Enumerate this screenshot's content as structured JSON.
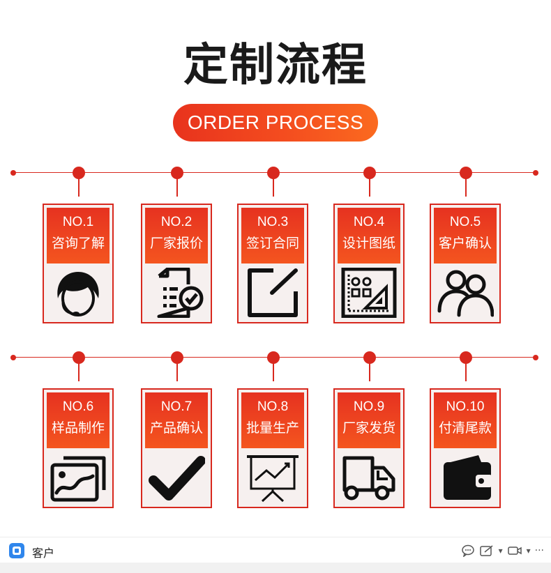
{
  "title": "定制流程",
  "subtitle": "ORDER PROCESS",
  "steps": [
    {
      "num": "NO.1",
      "label": "咨询了解",
      "icon": "headset-agent-icon"
    },
    {
      "num": "NO.2",
      "label": "厂家报价",
      "icon": "quote-document-icon"
    },
    {
      "num": "NO.3",
      "label": "签订合同",
      "icon": "sign-edit-icon"
    },
    {
      "num": "NO.4",
      "label": "设计图纸",
      "icon": "design-drawing-icon"
    },
    {
      "num": "NO.5",
      "label": "客户确认",
      "icon": "users-icon"
    },
    {
      "num": "NO.6",
      "label": "样品制作",
      "icon": "image-gallery-icon"
    },
    {
      "num": "NO.7",
      "label": "产品确认",
      "icon": "checkmark-icon"
    },
    {
      "num": "NO.8",
      "label": "批量生产",
      "icon": "presentation-chart-icon"
    },
    {
      "num": "NO.9",
      "label": "厂家发货",
      "icon": "delivery-truck-icon"
    },
    {
      "num": "NO.10",
      "label": "付清尾款",
      "icon": "wallet-icon"
    }
  ],
  "bottom_bar": {
    "label": "客户",
    "icons": [
      "chat-bubble-icon",
      "edit-note-icon",
      "video-call-icon",
      "more-icon"
    ],
    "more_text": "···",
    "caret": "▾"
  },
  "colors": {
    "accent": "#d8281e",
    "header_gradient_top": "#e63220",
    "header_gradient_bottom": "#f4551f",
    "card_bg": "#f6f0ef"
  }
}
